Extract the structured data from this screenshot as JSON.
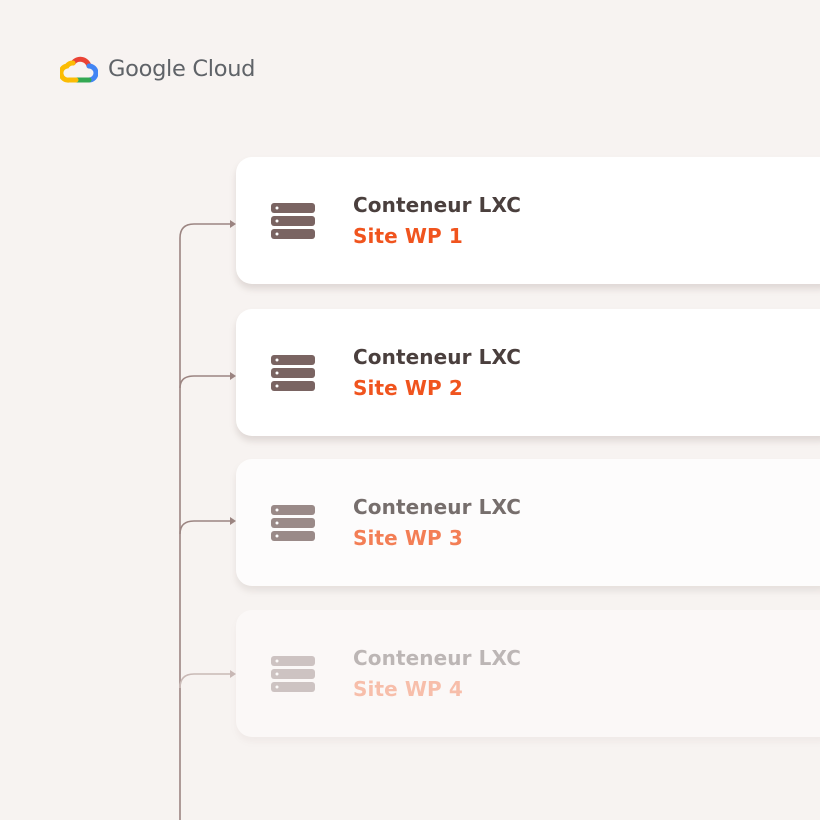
{
  "brand": {
    "name": "Google Cloud",
    "icon": "google-cloud-logo-icon"
  },
  "colors": {
    "background": "#f7f3f1",
    "title": "#4a3f3d",
    "accent": "#f0541e",
    "connector": "#9c8582"
  },
  "containers": [
    {
      "title": "Conteneur LXC",
      "subtitle": "Site WP 1",
      "icon": "server-icon"
    },
    {
      "title": "Conteneur LXC",
      "subtitle": "Site WP 2",
      "icon": "server-icon"
    },
    {
      "title": "Conteneur LXC",
      "subtitle": "Site WP 3",
      "icon": "server-icon"
    },
    {
      "title": "Conteneur LXC",
      "subtitle": "Site WP 4",
      "icon": "server-icon"
    }
  ]
}
